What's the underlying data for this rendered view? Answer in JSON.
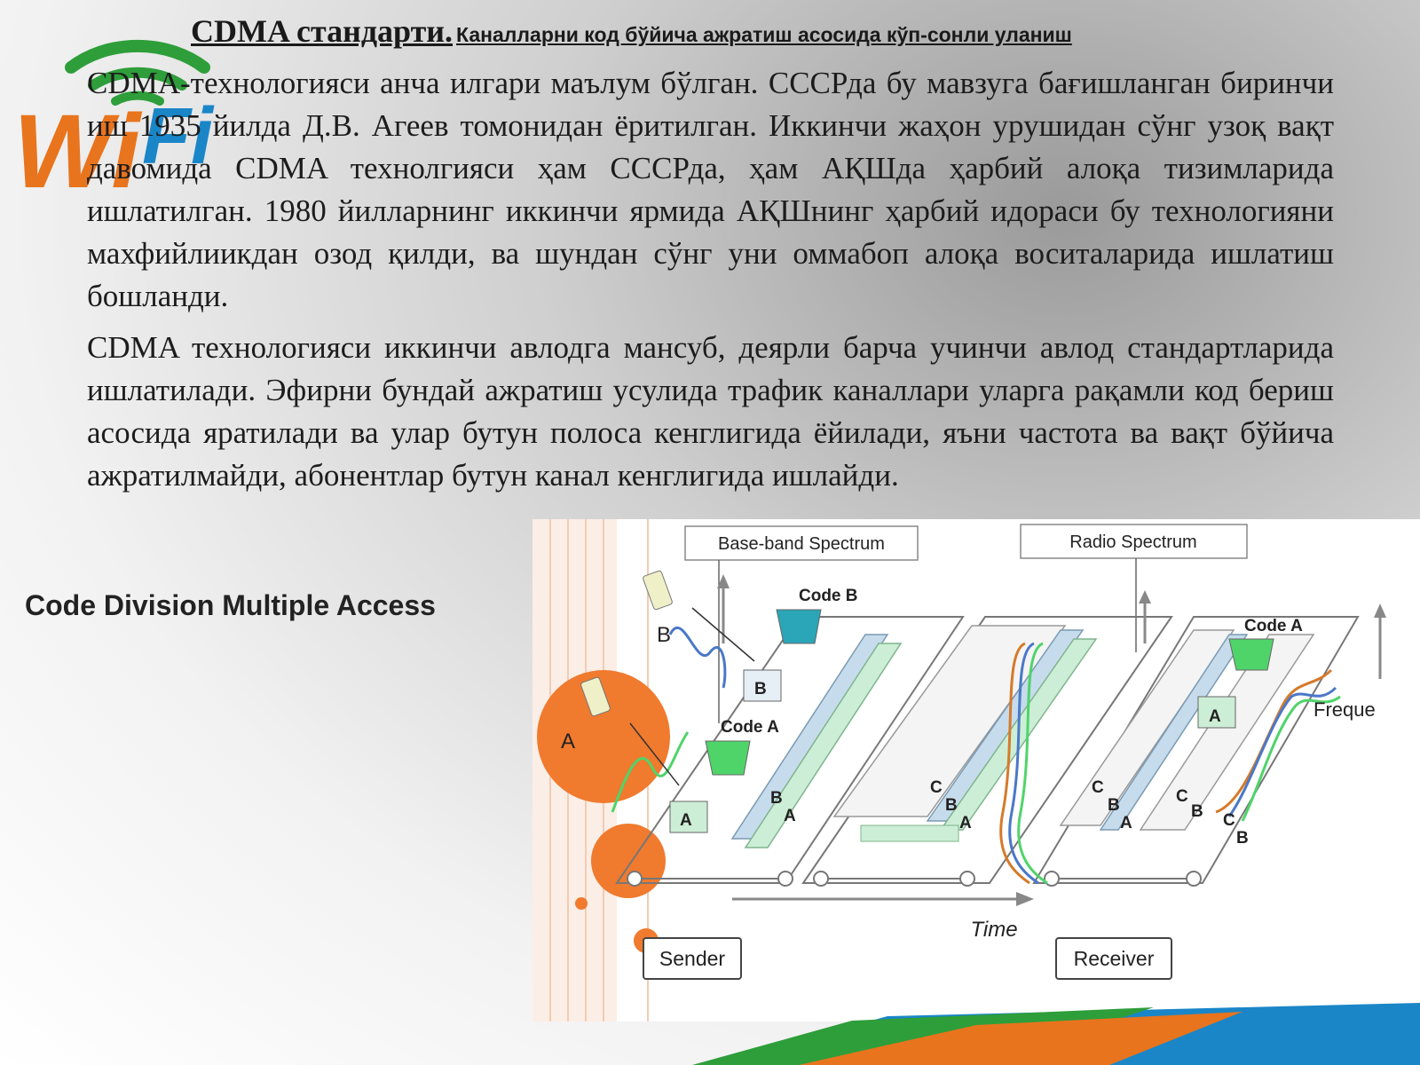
{
  "title": {
    "main": "CDMA стандарти.",
    "subtitle": "Каналларни код бўйича ажратиш асосида кўп-сонли уланиш"
  },
  "paragraphs": [
    "CDMA-технологияси анча илгари маълум бўлган. СССРда бу мавзуга бағишланган биринчи иш 1935 йилда Д.В. Агеев томонидан ёритилган. Иккинчи жаҳон урушидан сўнг узоқ вақт давомида CDMA технолгияси ҳам СССРда, ҳам АҚШда ҳарбий алоқа тизимларида ишлатилган. 1980 йилларнинг иккинчи ярмида АҚШнинг ҳарбий идораси бу технологияни махфийлиикдан озод қилди, ва шундан сўнг уни оммабоп алоқа воситаларида ишлатиш бошланди.",
    "CDMA технологияси иккинчи авлодга мансуб, деярли барча учинчи авлод стандартларида ишлатилади. Эфирни бундай ажратиш усулида трафик каналлари уларга рақамли код бериш асосида яратилади ва улар бутун полоса кенглигида ёйилади, яъни частота ва вақт бўйича ажратилмайди, абонентлар бутун канал кенглигида ишлайди."
  ],
  "side_label": "Code Division Multiple Access",
  "logo": {
    "text": "WiFi",
    "color_orange": "#e8741d",
    "color_blue": "#1a86c8",
    "color_green": "#2e9e3a"
  },
  "diagram": {
    "baseband_label": "Base-band Spectrum",
    "radio_label": "Radio Spectrum",
    "code_b_label": "Code B",
    "code_a_label": "Code A",
    "code_a_right_label": "Code A",
    "sender_label": "Sender",
    "receiver_label": "Receiver",
    "time_label": "Time",
    "frequency_label": "Freque",
    "phone_a": "A",
    "phone_b": "B",
    "box_a": "A",
    "box_b": "B",
    "box_a_right": "A",
    "letters": {
      "a": "A",
      "b": "B",
      "c": "C"
    },
    "colors": {
      "orange": "#f07a2e",
      "green": "#4fd46a",
      "blue": "#4a78c8",
      "teal": "#2aa6b8"
    }
  }
}
